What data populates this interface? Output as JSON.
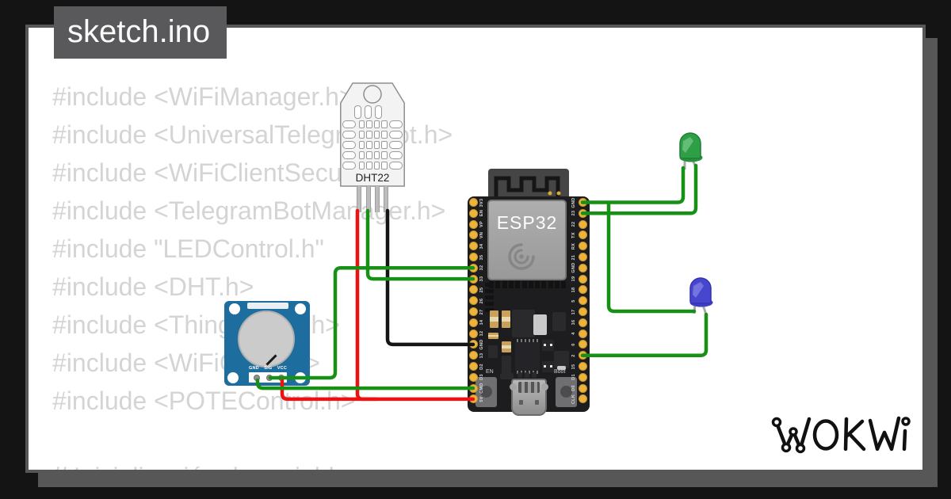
{
  "title_bar": {
    "filename": "sketch.ino"
  },
  "code": {
    "lines": [
      "#include <WiFiManager.h>",
      "#include <UniversalTelegramBot.h>",
      "#include <WiFiClientSecure.h>",
      "#include <TelegramBotManager.h>",
      "#include \"LEDControl.h\"",
      "#include <DHT.h>",
      "#include <ThingSpeak.h>",
      "#include <WiFiClient.h>",
      "#include <POTEControl.h>",
      "",
      "// Inicialización de variables"
    ]
  },
  "components": {
    "dht22": {
      "label": "DHT22"
    },
    "esp32": {
      "label": "ESP32",
      "left_pins": [
        "3V3",
        "EN",
        "VP",
        "VN",
        "34",
        "35",
        "32",
        "33",
        "25",
        "26",
        "27",
        "14",
        "12",
        "GND",
        "13",
        "D2",
        "D3",
        "CMD",
        "5V"
      ],
      "right_pins": [
        "GND",
        "23",
        "22",
        "TX",
        "RX",
        "21",
        "GND",
        "19",
        "18",
        "5",
        "17",
        "16",
        "4",
        "0",
        "2",
        "15",
        "D1",
        "D0",
        "CLK"
      ],
      "en_button": "EN",
      "boot_button": "Boot"
    },
    "potentiometer": {
      "pin_labels": [
        "GND",
        "SIG",
        "VCC"
      ]
    },
    "green_led": {
      "color_name": "green"
    },
    "blue_led": {
      "color_name": "blue"
    }
  },
  "wires": [
    {
      "color": "red",
      "from": "dht22.pin1",
      "to": "esp32.5V"
    },
    {
      "color": "green",
      "from": "dht22.pin2",
      "to": "esp32.33"
    },
    {
      "color": "black",
      "from": "dht22.pin4",
      "to": "esp32.GND"
    },
    {
      "color": "green",
      "from": "potentiometer.SIG",
      "to": "esp32.32"
    },
    {
      "color": "green",
      "from": "potentiometer.GND",
      "to": "esp32.CMD"
    },
    {
      "color": "red",
      "from": "potentiometer.VCC",
      "to": "esp32.5V"
    },
    {
      "color": "green",
      "from": "esp32.GND_right",
      "to": "green_led.cathode"
    },
    {
      "color": "green",
      "from": "esp32.23",
      "to": "green_led.anode"
    },
    {
      "color": "green",
      "from": "esp32.GND_right",
      "to": "blue_led.cathode"
    },
    {
      "color": "green",
      "from": "esp32.2",
      "to": "blue_led.anode"
    }
  ],
  "watermark": {
    "text": "WOKWI"
  },
  "colors": {
    "page_bg": "#141414",
    "frame_gray": "#575757",
    "canvas_bg": "#ffffff",
    "title_text": "#fbfbfb",
    "code_text": "#d4d4d4",
    "wire_green": "#169116",
    "wire_red": "#ee1111",
    "wire_black": "#151515",
    "leg_gray": "#a8a8a8",
    "pot_board_blue": "#1d6d9e",
    "pcb_black": "#1d1d1f",
    "pin_gold": "#ecb43c",
    "shield_gray": "#a5a5a5",
    "led_green": "#2e9e47",
    "led_green_dark": "#27913f",
    "led_green_edge": "#1f7f36",
    "led_green_light": "#8fd79c",
    "led_blue": "#4646cf",
    "led_blue_dark": "#3e3ec2",
    "led_blue_edge": "#3434ad",
    "led_blue_light": "#9a9aee",
    "logo_black": "#111111"
  }
}
